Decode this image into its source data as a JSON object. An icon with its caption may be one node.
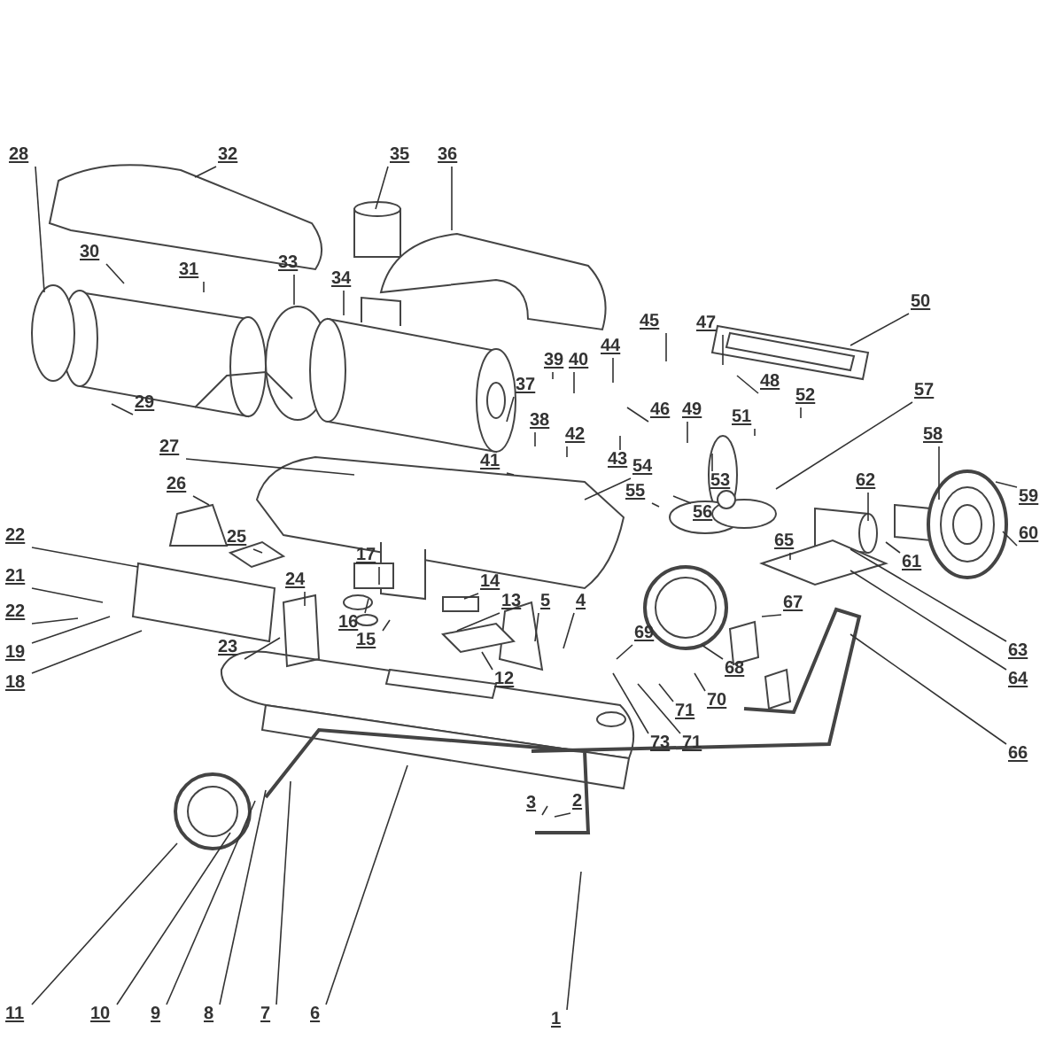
{
  "diagram": {
    "nodes": [
      {
        "text": [
          "28"
        ]
      },
      {
        "text": [
          "32"
        ]
      },
      {
        "text": [
          "35"
        ]
      },
      {
        "text": [
          "36"
        ]
      },
      {
        "text": [
          "30"
        ]
      },
      {
        "text": [
          "31"
        ]
      },
      {
        "text": [
          "33"
        ]
      },
      {
        "text": [
          "34"
        ]
      },
      {
        "text": [
          "50"
        ]
      },
      {
        "text": [
          "45"
        ]
      },
      {
        "text": [
          "47"
        ]
      },
      {
        "text": [
          "39"
        ]
      },
      {
        "text": [
          "40"
        ]
      },
      {
        "text": [
          "44"
        ]
      },
      {
        "text": [
          "37"
        ]
      },
      {
        "text": [
          "46"
        ]
      },
      {
        "text": [
          "48"
        ]
      },
      {
        "text": [
          "52"
        ]
      },
      {
        "text": [
          "57"
        ]
      },
      {
        "text": [
          "38"
        ]
      },
      {
        "text": [
          "49"
        ]
      },
      {
        "text": [
          "51"
        ]
      },
      {
        "text": [
          "42"
        ]
      },
      {
        "text": [
          "43"
        ]
      },
      {
        "text": [
          "58"
        ]
      },
      {
        "text": [
          "29"
        ]
      },
      {
        "text": [
          "27"
        ]
      },
      {
        "text": [
          "41"
        ]
      },
      {
        "text": [
          "54"
        ]
      },
      {
        "text": [
          "53"
        ]
      },
      {
        "text": [
          "55"
        ]
      },
      {
        "text": [
          "56"
        ]
      },
      {
        "text": [
          "26"
        ]
      },
      {
        "text": [
          "62"
        ]
      },
      {
        "text": [
          "59"
        ]
      },
      {
        "text": [
          "65"
        ]
      },
      {
        "text": [
          "60"
        ]
      },
      {
        "text": [
          "22"
        ]
      },
      {
        "text": [
          "25"
        ]
      },
      {
        "text": [
          "17"
        ]
      },
      {
        "text": [
          "61"
        ]
      },
      {
        "text": [
          "21"
        ]
      },
      {
        "text": [
          "24"
        ]
      },
      {
        "text": [
          "14"
        ]
      },
      {
        "text": [
          "13"
        ]
      },
      {
        "text": [
          "5"
        ]
      },
      {
        "text": [
          "4"
        ]
      },
      {
        "text": [
          "67"
        ]
      },
      {
        "text": [
          "22"
        ]
      },
      {
        "text": [
          "16"
        ]
      },
      {
        "text": [
          "69"
        ]
      },
      {
        "text": [
          "15"
        ]
      },
      {
        "text": [
          "23"
        ]
      },
      {
        "text": [
          "19"
        ]
      },
      {
        "text": [
          "63"
        ]
      },
      {
        "text": [
          "68"
        ]
      },
      {
        "text": [
          "12"
        ]
      },
      {
        "text": [
          "18"
        ]
      },
      {
        "text": [
          "64"
        ]
      },
      {
        "text": [
          "71"
        ]
      },
      {
        "text": [
          "70"
        ]
      },
      {
        "text": [
          "73"
        ]
      },
      {
        "text": [
          "71"
        ]
      },
      {
        "text": [
          "66"
        ]
      },
      {
        "text": [
          "3"
        ]
      },
      {
        "text": [
          "2"
        ]
      },
      {
        "text": [
          "11"
        ]
      },
      {
        "text": [
          "10"
        ]
      },
      {
        "text": [
          "9"
        ]
      },
      {
        "text": [
          "8"
        ]
      },
      {
        "text": [
          "7"
        ]
      },
      {
        "text": [
          "6"
        ]
      },
      {
        "text": [
          "1"
        ]
      }
    ],
    "edges": [
      {
        "from": 0,
        "to": null,
        "arrow": "none"
      },
      {
        "from": 1,
        "to": null,
        "arrow": "none"
      },
      {
        "from": 2,
        "to": null,
        "arrow": "none"
      },
      {
        "from": 3,
        "to": null,
        "arrow": "none"
      },
      {
        "from": 4,
        "to": null,
        "arrow": "none"
      },
      {
        "from": 5,
        "to": null,
        "arrow": "none"
      },
      {
        "from": 6,
        "to": null,
        "arrow": "none"
      },
      {
        "from": 7,
        "to": null,
        "arrow": "none"
      },
      {
        "from": 8,
        "to": null,
        "arrow": "none"
      },
      {
        "from": 9,
        "to": null,
        "arrow": "none"
      },
      {
        "from": 10,
        "to": null,
        "arrow": "none"
      },
      {
        "from": 11,
        "to": null,
        "arrow": "none"
      },
      {
        "from": 12,
        "to": null,
        "arrow": "none"
      },
      {
        "from": 13,
        "to": null,
        "arrow": "none"
      },
      {
        "from": 14,
        "to": null,
        "arrow": "none"
      },
      {
        "from": 15,
        "to": null,
        "arrow": "none"
      },
      {
        "from": 16,
        "to": null,
        "arrow": "none"
      },
      {
        "from": 17,
        "to": null,
        "arrow": "none"
      },
      {
        "from": 18,
        "to": null,
        "arrow": "none"
      },
      {
        "from": 19,
        "to": null,
        "arrow": "none"
      },
      {
        "from": 20,
        "to": null,
        "arrow": "none"
      },
      {
        "from": 21,
        "to": null,
        "arrow": "none"
      },
      {
        "from": 22,
        "to": null,
        "arrow": "none"
      },
      {
        "from": 23,
        "to": null,
        "arrow": "none"
      },
      {
        "from": 24,
        "to": null,
        "arrow": "none"
      },
      {
        "from": 25,
        "to": null,
        "arrow": "none"
      },
      {
        "from": 26,
        "to": null,
        "arrow": "none"
      },
      {
        "from": 27,
        "to": null,
        "arrow": "none"
      },
      {
        "from": 28,
        "to": null,
        "arrow": "none"
      },
      {
        "from": 29,
        "to": null,
        "arrow": "none"
      },
      {
        "from": 30,
        "to": null,
        "arrow": "none"
      },
      {
        "from": 31,
        "to": null,
        "arrow": "none"
      },
      {
        "from": 32,
        "to": null,
        "arrow": "none"
      },
      {
        "from": 33,
        "to": null,
        "arrow": "none"
      },
      {
        "from": 34,
        "to": null,
        "arrow": "none"
      },
      {
        "from": 35,
        "to": null,
        "arrow": "none"
      },
      {
        "from": 36,
        "to": null,
        "arrow": "none"
      },
      {
        "from": 37,
        "to": null,
        "arrow": "none"
      },
      {
        "from": 38,
        "to": null,
        "arrow": "none"
      },
      {
        "from": 39,
        "to": null,
        "arrow": "none"
      },
      {
        "from": 40,
        "to": null,
        "arrow": "none"
      },
      {
        "from": 41,
        "to": null,
        "arrow": "none"
      },
      {
        "from": 42,
        "to": null,
        "arrow": "none"
      },
      {
        "from": 43,
        "to": null,
        "arrow": "none"
      },
      {
        "from": 44,
        "to": null,
        "arrow": "none"
      },
      {
        "from": 45,
        "to": null,
        "arrow": "none"
      },
      {
        "from": 46,
        "to": null,
        "arrow": "none"
      },
      {
        "from": 47,
        "to": null,
        "arrow": "none"
      },
      {
        "from": 48,
        "to": null,
        "arrow": "none"
      },
      {
        "from": 49,
        "to": null,
        "arrow": "none"
      },
      {
        "from": 50,
        "to": null,
        "arrow": "none"
      },
      {
        "from": 51,
        "to": null,
        "arrow": "none"
      },
      {
        "from": 52,
        "to": null,
        "arrow": "none"
      },
      {
        "from": 53,
        "to": null,
        "arrow": "none"
      },
      {
        "from": 54,
        "to": null,
        "arrow": "none"
      },
      {
        "from": 55,
        "to": null,
        "arrow": "none"
      },
      {
        "from": 56,
        "to": null,
        "arrow": "none"
      },
      {
        "from": 57,
        "to": null,
        "arrow": "none"
      },
      {
        "from": 58,
        "to": null,
        "arrow": "none"
      },
      {
        "from": 59,
        "to": null,
        "arrow": "none"
      },
      {
        "from": 60,
        "to": null,
        "arrow": "none"
      },
      {
        "from": 61,
        "to": null,
        "arrow": "none"
      },
      {
        "from": 62,
        "to": null,
        "arrow": "none"
      },
      {
        "from": 63,
        "to": null,
        "arrow": "none"
      },
      {
        "from": 64,
        "to": null,
        "arrow": "none"
      },
      {
        "from": 65,
        "to": null,
        "arrow": "none"
      },
      {
        "from": 66,
        "to": null,
        "arrow": "none"
      },
      {
        "from": 67,
        "to": null,
        "arrow": "none"
      },
      {
        "from": 68,
        "to": null,
        "arrow": "none"
      },
      {
        "from": 69,
        "to": null,
        "arrow": "none"
      },
      {
        "from": 70,
        "to": null,
        "arrow": "none"
      },
      {
        "from": 71,
        "to": null,
        "arrow": "none"
      },
      {
        "from": 72,
        "to": null,
        "arrow": "none"
      }
    ]
  }
}
